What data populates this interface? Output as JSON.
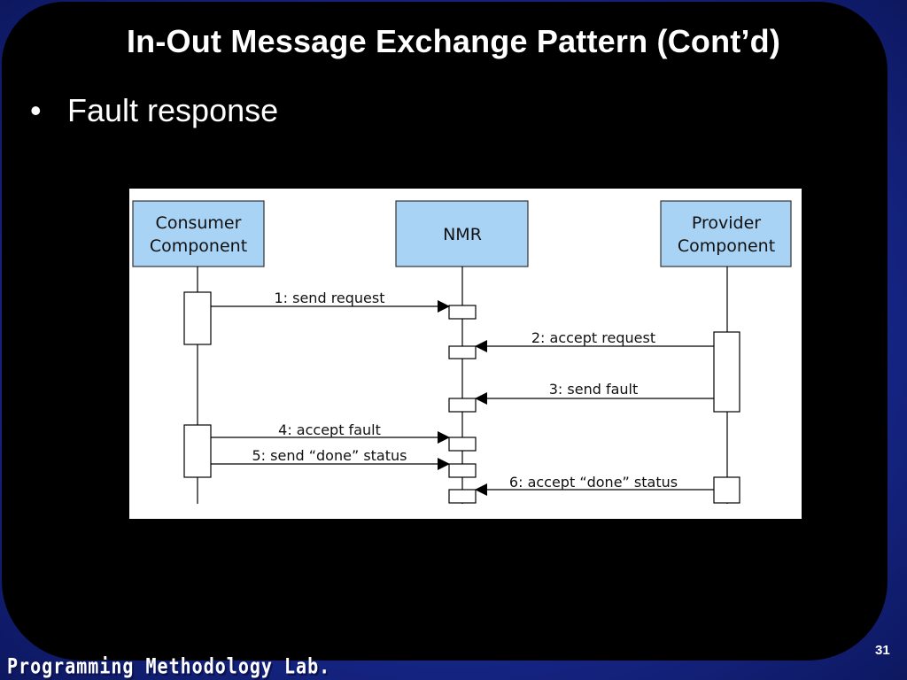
{
  "slide": {
    "title": "In-Out Message Exchange Pattern (Cont’d)",
    "bullet_symbol": "•",
    "bullet_text": "Fault response",
    "footer_lab": "Programming Methodology Lab.",
    "page_number": "31"
  },
  "diagram": {
    "participants": [
      {
        "id": "consumer",
        "line1": "Consumer",
        "line2": "Component"
      },
      {
        "id": "nmr",
        "line1": "NMR",
        "line2": ""
      },
      {
        "id": "provider",
        "line1": "Provider",
        "line2": "Component"
      }
    ],
    "messages": [
      {
        "label": "1: send request",
        "from": "consumer",
        "to": "nmr"
      },
      {
        "label": "2: accept request",
        "from": "provider",
        "to": "nmr"
      },
      {
        "label": "3: send fault",
        "from": "provider",
        "to": "nmr"
      },
      {
        "label": "4: accept fault",
        "from": "consumer",
        "to": "nmr"
      },
      {
        "label": "5: send “done” status",
        "from": "consumer",
        "to": "nmr"
      },
      {
        "label": "6: accept “done” status",
        "from": "provider",
        "to": "nmr"
      }
    ],
    "colors": {
      "participant_fill": "#a9d3f5",
      "line": "#000000",
      "activation_fill": "#ffffff"
    }
  }
}
